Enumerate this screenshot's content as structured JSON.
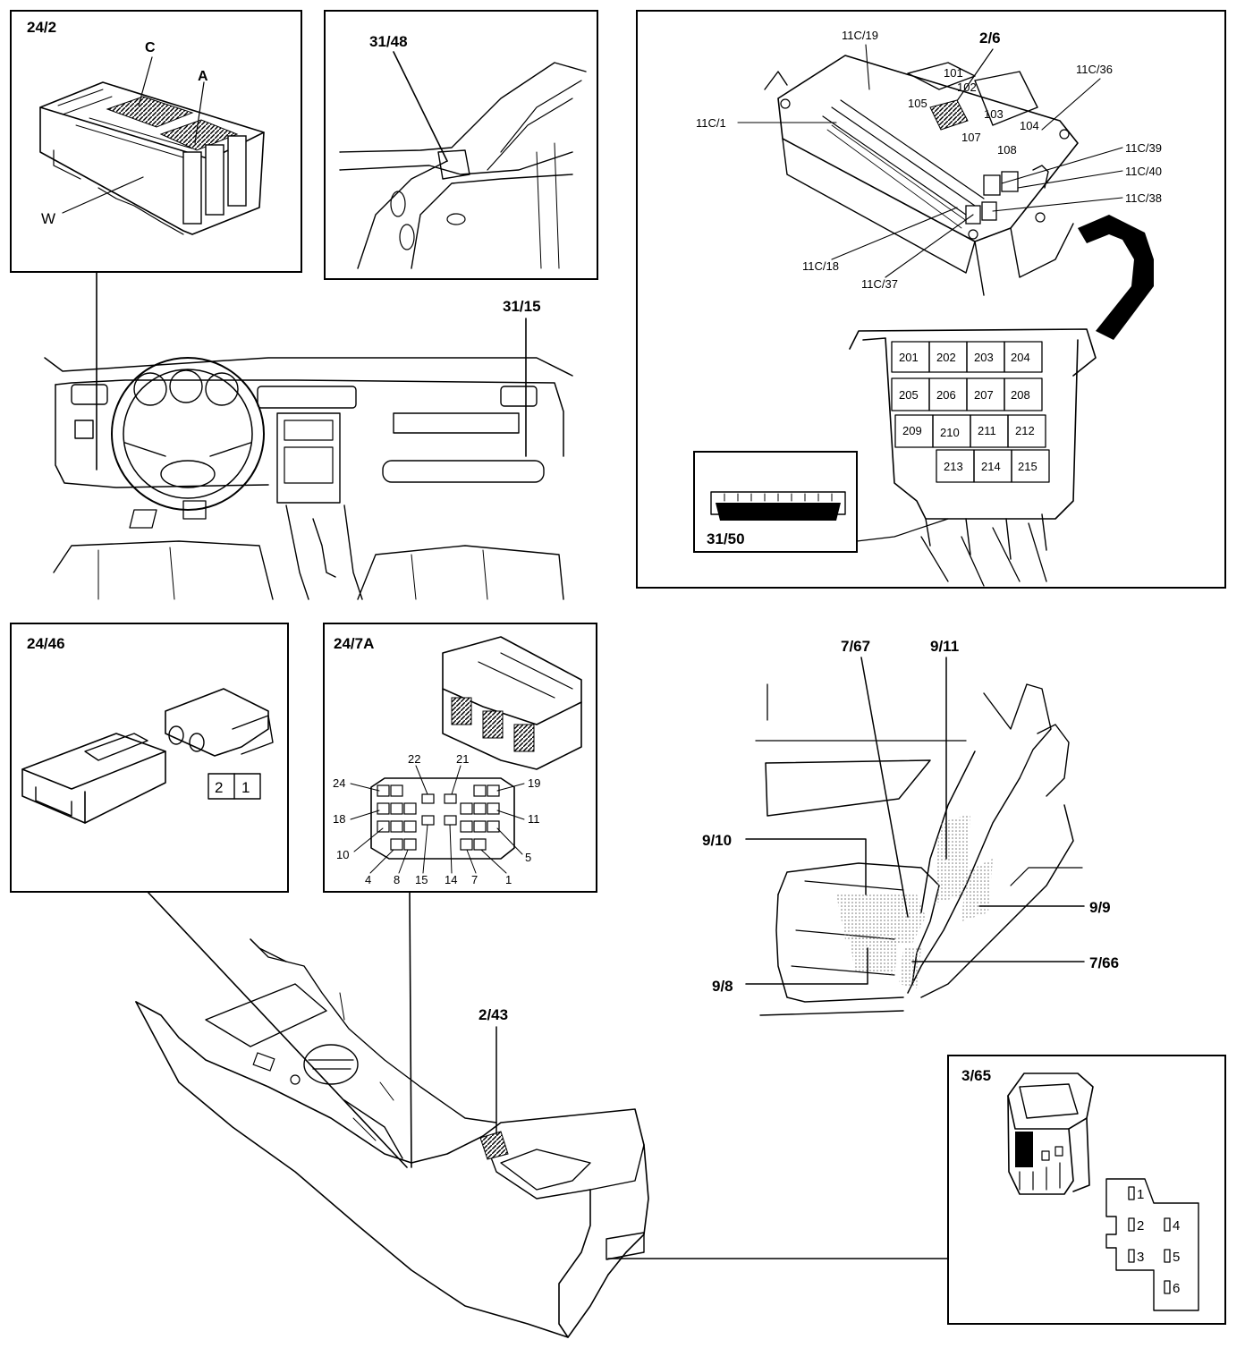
{
  "panels": {
    "p24_2": {
      "title": "24/2",
      "labels": {
        "c": "C",
        "a": "A",
        "w": "W"
      }
    },
    "p31_48": {
      "title": "31/48"
    },
    "p31_15": {
      "title": "31/15"
    },
    "fusebox": {
      "title": "2/6",
      "connectors": {
        "c19": "11C/19",
        "c36": "11C/36",
        "c1": "11C/1",
        "c39": "11C/39",
        "c40": "11C/40",
        "c38": "11C/38",
        "c18": "11C/18",
        "c37": "11C/37"
      },
      "upper_relays": [
        "101",
        "102",
        "103",
        "104",
        "105",
        "107",
        "108"
      ],
      "lower_relays": [
        "201",
        "202",
        "203",
        "204",
        "205",
        "206",
        "207",
        "208",
        "209",
        "210",
        "211",
        "212",
        "213",
        "214",
        "215"
      ],
      "inset": "31/50"
    },
    "p24_46": {
      "title": "24/46",
      "pins": [
        "2",
        "1"
      ]
    },
    "p24_7a": {
      "title": "24/7A",
      "pin_labels": {
        "p22": "22",
        "p21": "21",
        "p24": "24",
        "p19": "19",
        "p18": "18",
        "p11": "11",
        "p10": "10",
        "p5": "5",
        "p4": "4",
        "p8": "8",
        "p15": "15",
        "p14": "14",
        "p7": "7",
        "p1": "1"
      }
    },
    "seat": {
      "labels": {
        "l767": "7/67",
        "l911": "9/11",
        "l910": "9/10",
        "l99": "9/9",
        "l766": "7/66",
        "l98": "9/8"
      }
    },
    "p2_43": {
      "title": "2/43"
    },
    "p3_65": {
      "title": "3/65",
      "pins": [
        "1",
        "2",
        "4",
        "3",
        "5",
        "6"
      ]
    }
  }
}
